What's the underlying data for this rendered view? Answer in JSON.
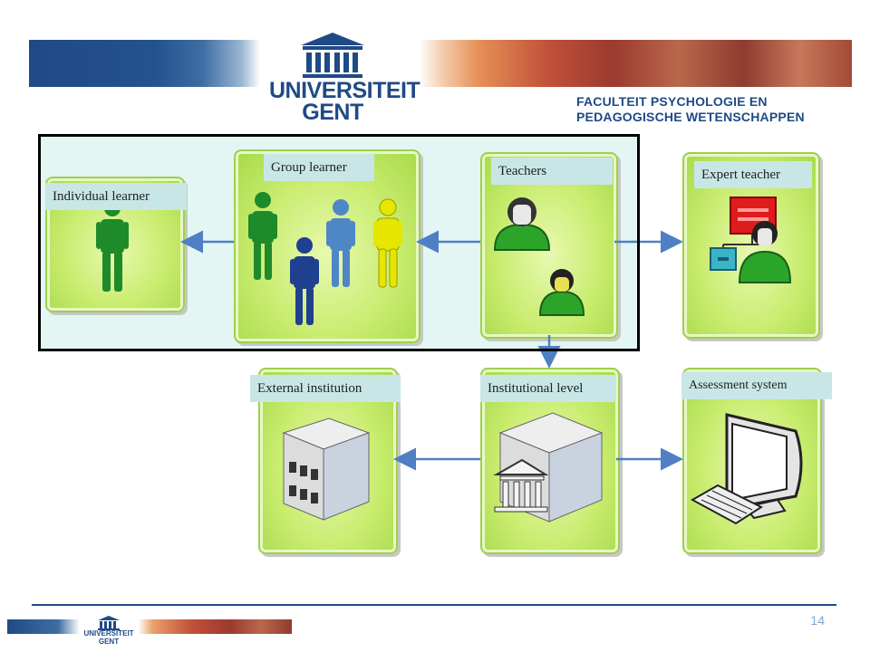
{
  "header": {
    "logo_line1": "UNIVERSITEIT",
    "logo_line2": "GENT",
    "faculty_line1": "FACULTEIT PSYCHOLOGIE EN",
    "faculty_line2": "PEDAGOGISCHE WETENSCHAPPEN"
  },
  "diagram": {
    "labels": {
      "individual": "Individual learner",
      "group": "Group learner",
      "teachers": "Teachers",
      "expert": "Expert teacher",
      "external": "External institution",
      "institutional": "Institutional level",
      "assessment": "Assessment system"
    }
  },
  "footer": {
    "page_number": "14",
    "mini_line1": "UNIVERSITEIT",
    "mini_line2": "GENT"
  },
  "colors": {
    "brand_blue": "#1f4a86",
    "panel_green": "#b5e35a",
    "label_bg": "#c9e6e6",
    "arrow": "#4f7fc4"
  }
}
